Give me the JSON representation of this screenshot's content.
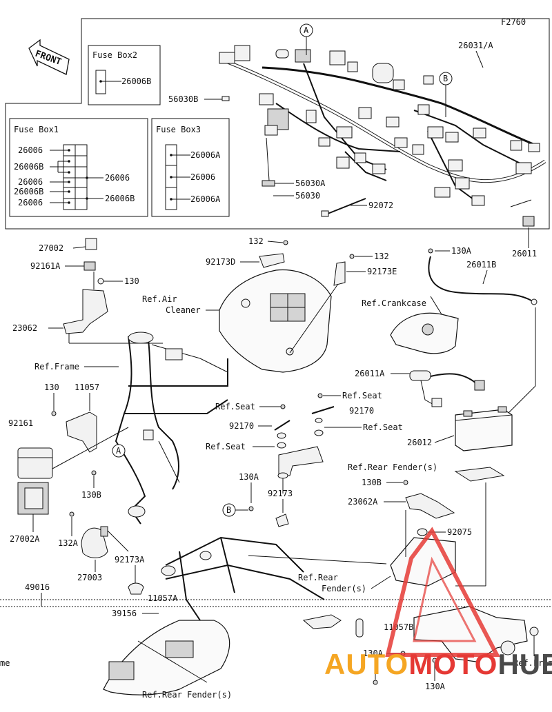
{
  "diagram_code": "F2760",
  "front_label": "FRONT",
  "fuse_box2": {
    "title": "Fuse Box2",
    "items": [
      "26006B"
    ]
  },
  "fuse_box1": {
    "title": "Fuse Box1",
    "left": [
      "26006",
      "26006B",
      "26006",
      "26006B",
      "26006"
    ],
    "right": [
      "26006",
      "26006B"
    ]
  },
  "fuse_box3": {
    "title": "Fuse Box3",
    "items": [
      "26006A",
      "26006",
      "26006A"
    ]
  },
  "callouts": {
    "A": "A",
    "B": "B"
  },
  "parts": {
    "p26031A": "26031/A",
    "p56030B": "56030B",
    "p56030A": "56030A",
    "p56030": "56030",
    "p92072": "92072",
    "p26011": "26011",
    "p27002": "27002",
    "p92161A": "92161A",
    "p130_a": "130",
    "p23062": "23062",
    "p132_a": "132",
    "p92173D": "92173D",
    "p132_b": "132",
    "p92173E": "92173E",
    "p130A_a": "130A",
    "p26011B": "26011B",
    "ref_air_1": "Ref.Air",
    "ref_air_2": "Cleaner",
    "ref_crankcase": "Ref.Crankcase",
    "ref_frame": "Ref.Frame",
    "p130_b": "130",
    "p11057": "11057",
    "p92161": "92161",
    "p26011A": "26011A",
    "ref_seat_1": "Ref.Seat",
    "ref_seat_2": "Ref.Seat",
    "p92170_a": "92170",
    "p92170_b": "92170",
    "ref_seat_3": "Ref.Seat",
    "ref_seat_4": "Ref.Seat",
    "p26012": "26012",
    "ref_rear_fender_1": "Ref.Rear Fender(s)",
    "p130B_a": "130B",
    "p130B_b": "130B",
    "p130A_b": "130A",
    "p92173": "92173",
    "p23062A": "23062A",
    "p92075": "92075",
    "p27002A": "27002A",
    "p132A": "132A",
    "p27003": "27003",
    "p92173A": "92173A",
    "ref_rear_fender_2a": "Ref.Rear",
    "ref_rear_fender_2b": "Fender(s)",
    "p49016": "49016",
    "p11057A": "11057A",
    "p39156": "39156",
    "p11057B": "11057B",
    "p130A_c": "130A",
    "p130A_d": "130A",
    "ref_fram_partial": "Ref.Fram",
    "ref_partial_left": "me",
    "ref_rear_fender_3": "Ref.Rear Fender(s)"
  },
  "watermark": {
    "part1": "AUTO",
    "part2": "MOTO",
    "part3": "HUB",
    "color_orange": "#f5a623",
    "color_red": "#e53935",
    "color_dark": "#4a4a4a"
  }
}
